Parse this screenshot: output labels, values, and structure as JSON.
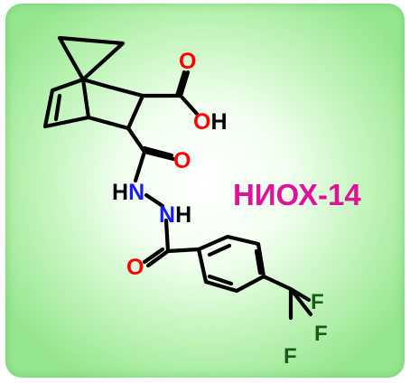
{
  "compound": {
    "name": "НИОХ-14",
    "atoms": {
      "carbonyl_acid_O": "O",
      "hydroxyl": "OH",
      "amide_O_1": "O",
      "amide_NH_1": "HN",
      "amide_NH_2": "NH",
      "amide_O_2": "O",
      "fluorine_1": "F",
      "fluorine_2": "F",
      "fluorine_3": "F"
    }
  },
  "colors": {
    "background_edge": "#96e690",
    "background_center": "#ffffff",
    "bond": "#000000",
    "oxygen": "#ff0000",
    "nitrogen": "#1a1aff",
    "fluorine": "#1a5a1a",
    "compound_name": "#e0119b"
  }
}
